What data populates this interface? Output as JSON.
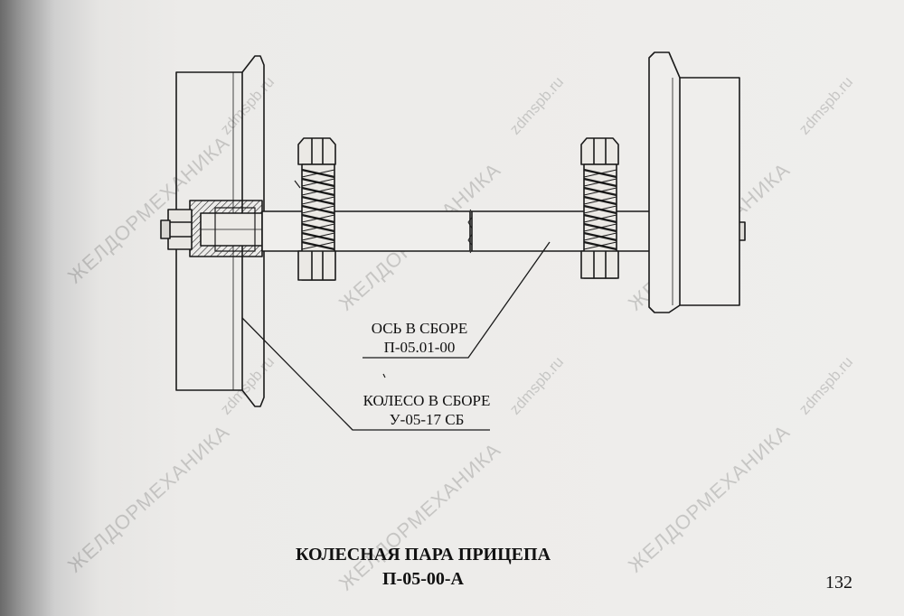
{
  "callouts": {
    "axle": {
      "line1": "ОСЬ В СБОРЕ",
      "line2": "П-05.01-00"
    },
    "wheel": {
      "line1": "КОЛЕСО В СБОРЕ",
      "line2": "У-05-17 СБ"
    }
  },
  "title": {
    "line1": "КОЛЕСНАЯ ПАРА ПРИЦЕПА",
    "line2": "П-05-00-А"
  },
  "page_number": "132",
  "watermarks": {
    "company": "ЖЕЛДОРМЕХАНИКА",
    "site": "zdmspb.ru"
  }
}
